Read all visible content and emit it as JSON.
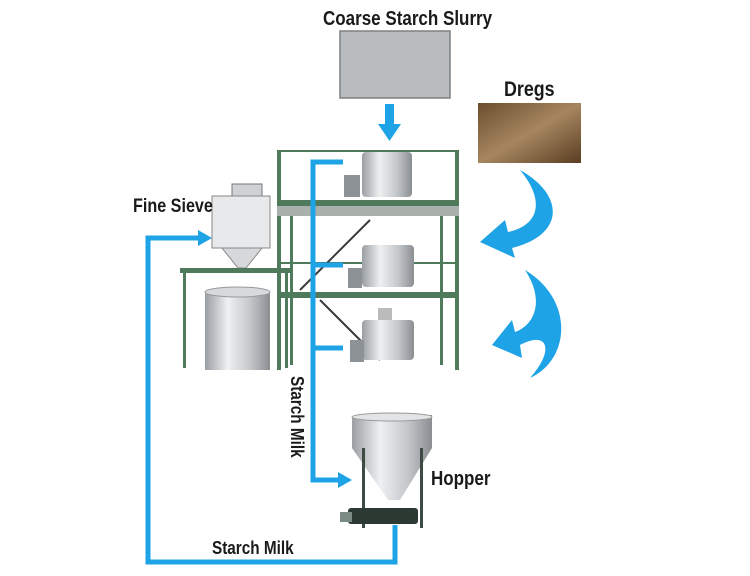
{
  "labels": {
    "coarse_slurry": "Coarse Starch Slurry",
    "dregs": "Dregs",
    "fine_sieve": "Fine Sieve",
    "starch_milk_vertical": "Starch Milk",
    "hopper": "Hopper",
    "starch_milk_bottom": "Starch Milk"
  },
  "colors": {
    "flow": "#1ea3e6",
    "frame": "#4f7a5c",
    "steel": "#c9ccce"
  }
}
